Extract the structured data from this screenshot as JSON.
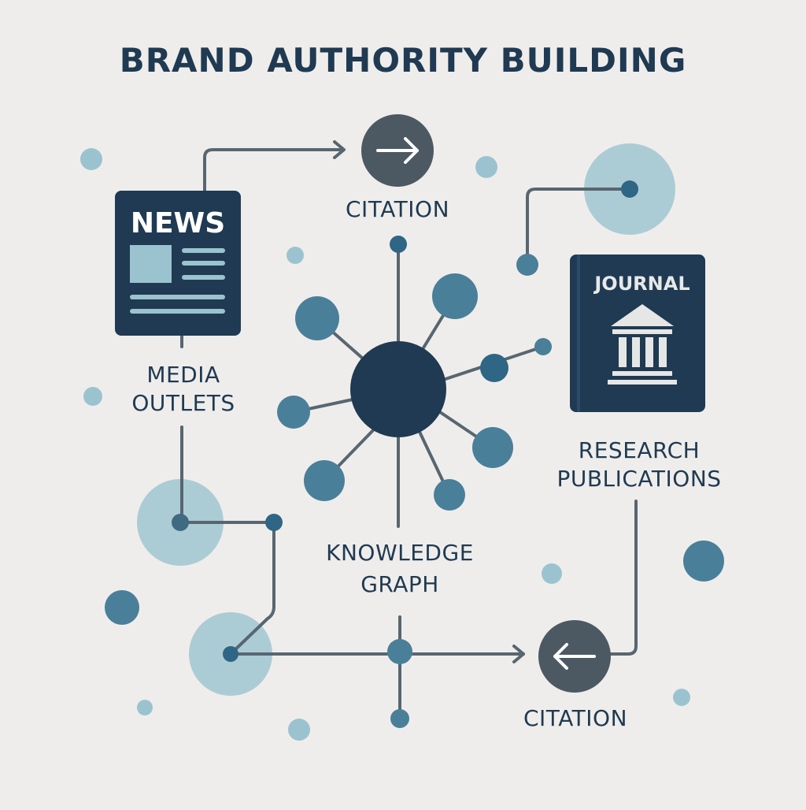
{
  "title": "BRAND AUTHORITY BUILDING",
  "colors": {
    "background": "#efedeb",
    "navy": "#1f3a52",
    "dark_node": "#4c5963",
    "teal": "#4a7f9a",
    "light_teal": "#9bc3cf",
    "line": "#586670",
    "news_accent": "#9bc3cf"
  },
  "news_card": {
    "header": "NEWS",
    "icon": "newspaper-icon"
  },
  "journal_card": {
    "header": "JOURNAL",
    "icon": "bank-icon"
  },
  "labels": {
    "media_outlets_1": "MEDIA",
    "media_outlets_2": "OUTLETS",
    "citation_top": "CITATION",
    "citation_bottom": "CITATION",
    "knowledge_graph_1": "KNOWLEDGE",
    "knowledge_graph_2": "GRAPH",
    "research_1": "RESEARCH",
    "research_2": "PUBLICATIONS"
  },
  "citation_top_icon": "arrow-right-icon",
  "citation_bottom_icon": "arrow-left-icon"
}
